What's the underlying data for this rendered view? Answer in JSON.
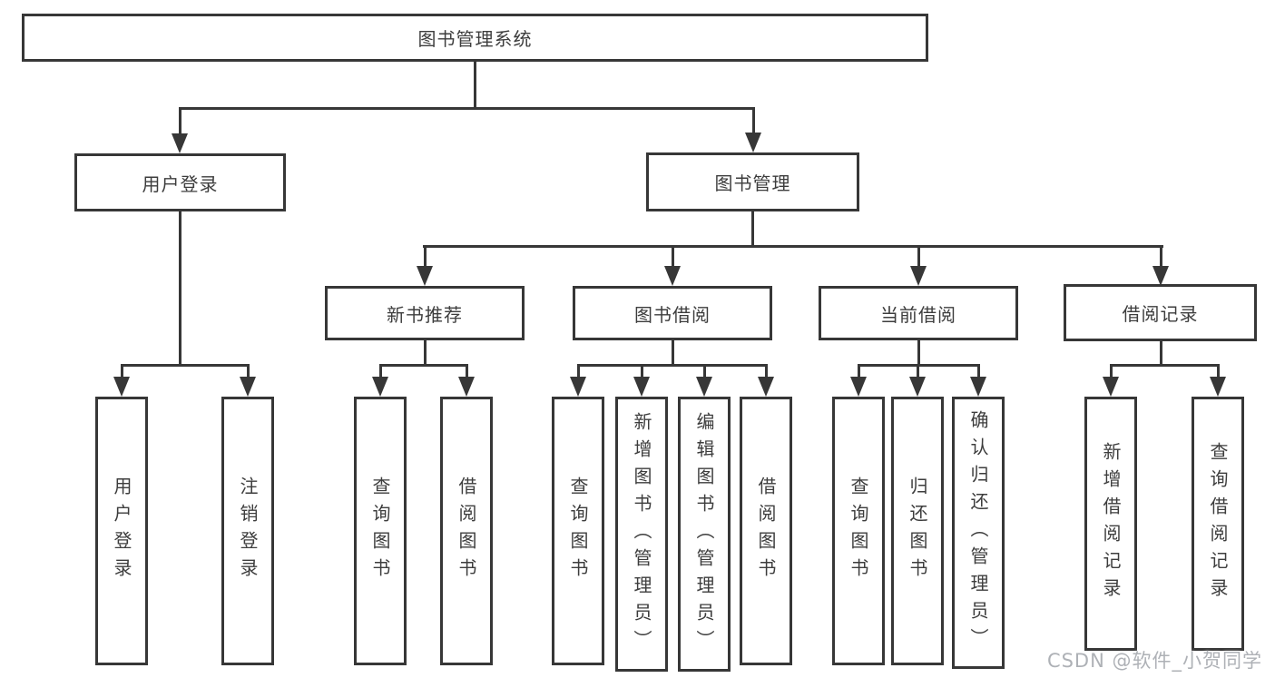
{
  "colors": {
    "line": "#373737",
    "text": "#3d3d3d",
    "background": "#ffffff",
    "watermark_color": "#aeb1b6"
  },
  "diagram": {
    "root": "图书管理系统",
    "level2": [
      "用户登录",
      "图书管理"
    ],
    "level3": [
      "新书推荐",
      "图书借阅",
      "当前借阅",
      "借阅记录"
    ],
    "leaves": {
      "user_login": [
        "用户登录",
        "注销登录"
      ],
      "new_book_recommend": [
        "查询图书",
        "借阅图书"
      ],
      "book_borrow": [
        "查询图书",
        "新增图书（管理员）",
        "编辑图书（管理员）",
        "借阅图书"
      ],
      "current_borrow": [
        "查询图书",
        "归还图书",
        "确认归还（管理员）"
      ],
      "borrow_records": [
        "新增借阅记录",
        "查询借阅记录"
      ]
    }
  },
  "watermark": "CSDN @软件_小贺同学"
}
